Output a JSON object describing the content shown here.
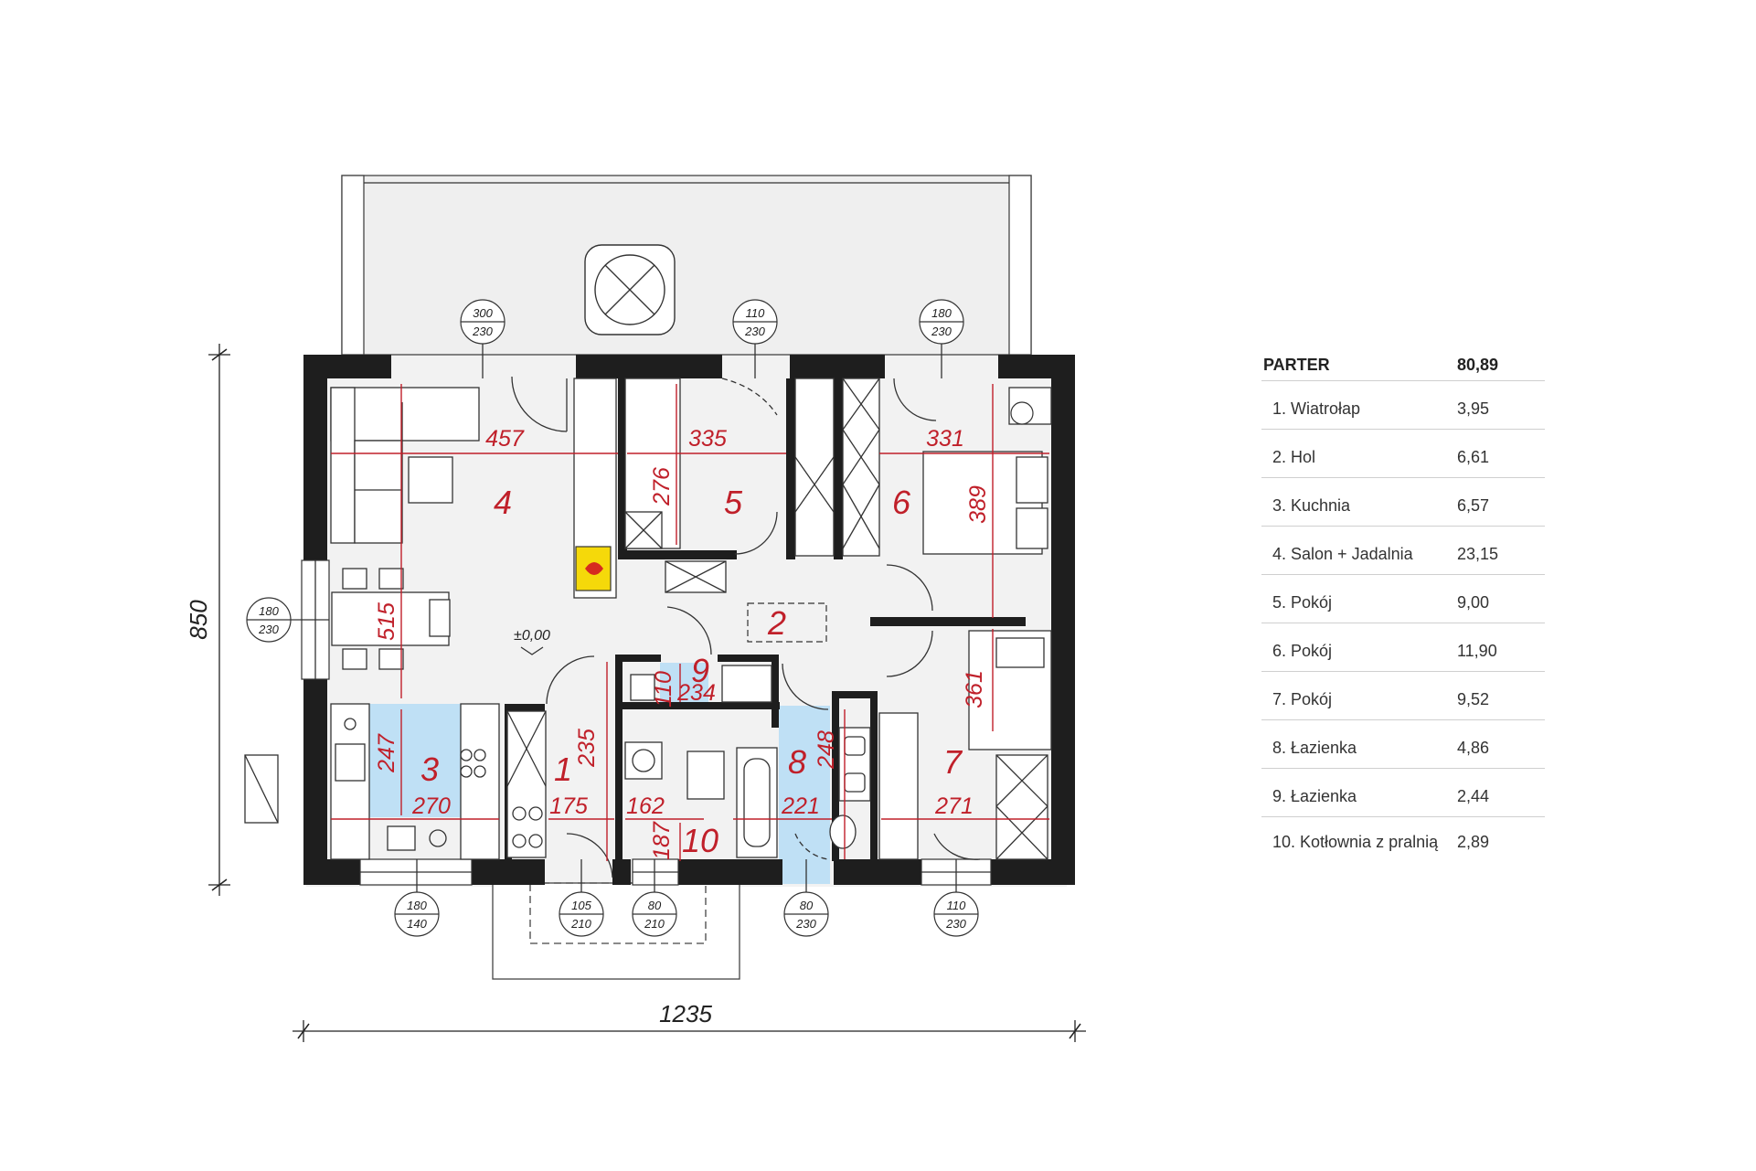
{
  "plan": {
    "overall_width": "1235",
    "overall_height": "850",
    "level_mark": "±0,00",
    "rooms": [
      "1",
      "2",
      "3",
      "4",
      "5",
      "6",
      "7",
      "8",
      "9",
      "10"
    ],
    "dimensions": [
      "457",
      "335",
      "331",
      "276",
      "389",
      "515",
      "247",
      "270",
      "175",
      "162",
      "235",
      "110",
      "234",
      "187",
      "221",
      "248",
      "271",
      "361"
    ],
    "openings": [
      {
        "top": "300",
        "bottom": "230"
      },
      {
        "top": "110",
        "bottom": "230"
      },
      {
        "top": "180",
        "bottom": "230"
      },
      {
        "top": "180",
        "bottom": "230"
      },
      {
        "top": "180",
        "bottom": "140"
      },
      {
        "top": "105",
        "bottom": "210"
      },
      {
        "top": "80",
        "bottom": "210"
      },
      {
        "top": "80",
        "bottom": "230"
      },
      {
        "top": "110",
        "bottom": "230"
      }
    ],
    "colors": {
      "wall": "#1e1e1e",
      "dimension": "#c0202a",
      "wet_room": "#bfe0f5",
      "fireplace": "#f5d90a"
    }
  },
  "area_table": {
    "header": {
      "label": "PARTER",
      "value": "80,89"
    },
    "rows": [
      {
        "label": "1. Wiatrołap",
        "value": "3,95"
      },
      {
        "label": "2. Hol",
        "value": "6,61"
      },
      {
        "label": "3. Kuchnia",
        "value": "6,57"
      },
      {
        "label": "4. Salon + Jadalnia",
        "value": "23,15"
      },
      {
        "label": "5. Pokój",
        "value": "9,00"
      },
      {
        "label": "6. Pokój",
        "value": "11,90"
      },
      {
        "label": "7. Pokój",
        "value": "9,52"
      },
      {
        "label": "8. Łazienka",
        "value": "4,86"
      },
      {
        "label": "9. Łazienka",
        "value": "2,44"
      },
      {
        "label": "10. Kotłownia z pralnią",
        "value": "2,89"
      }
    ]
  }
}
